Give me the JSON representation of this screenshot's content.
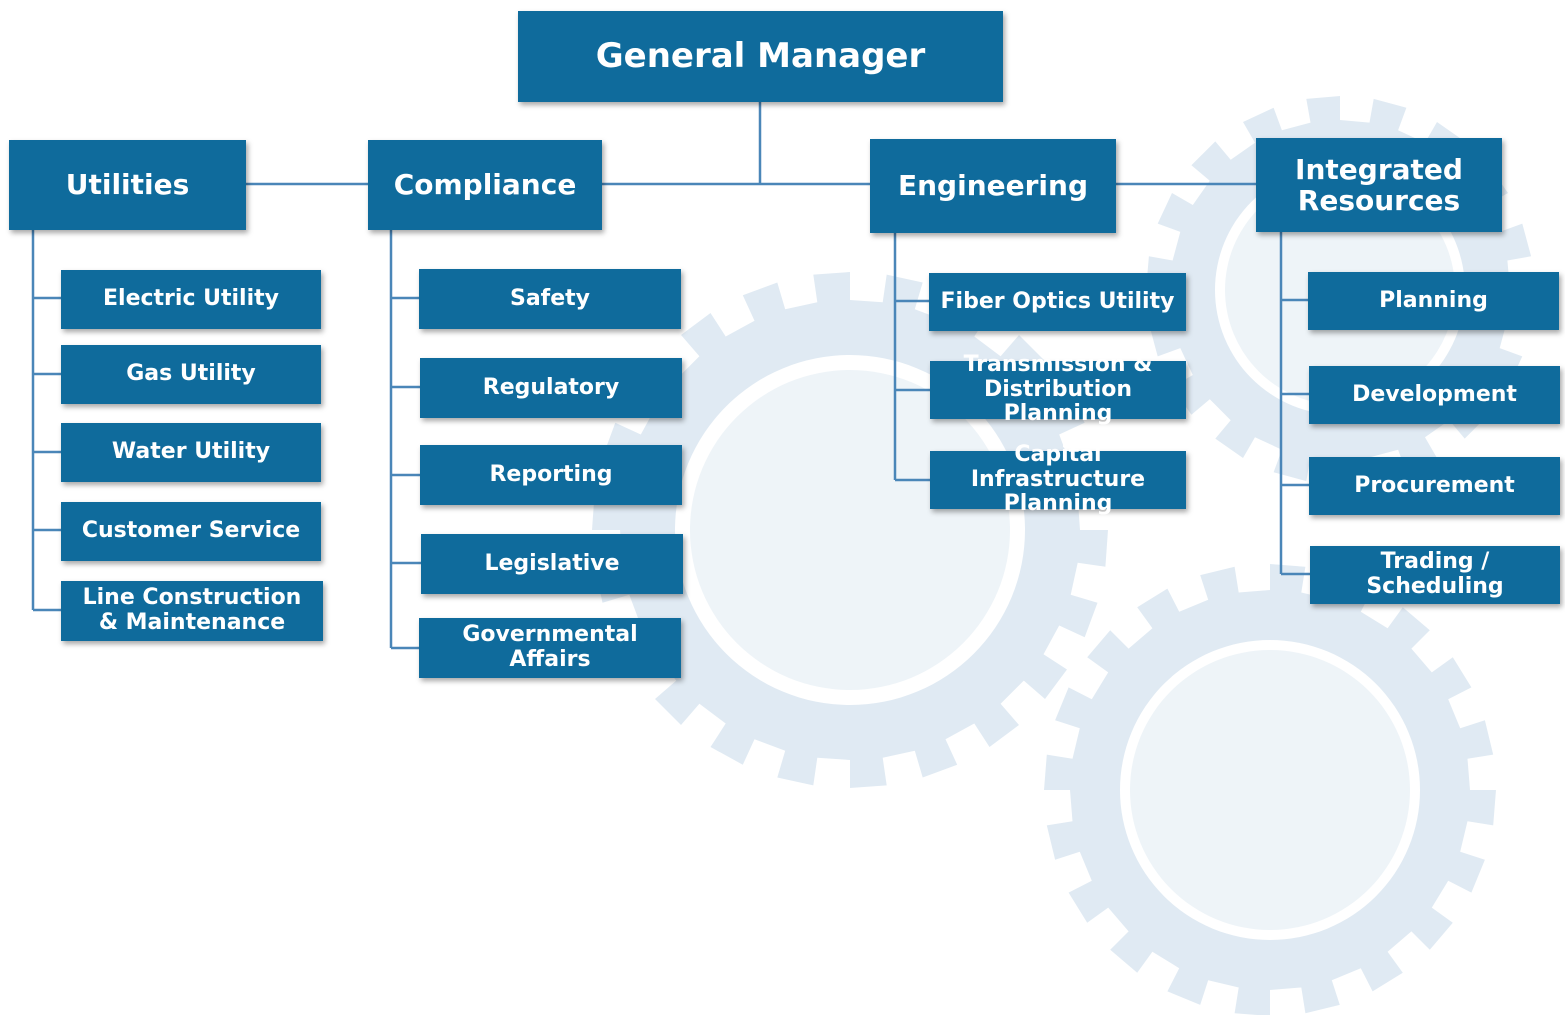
{
  "chart": {
    "root": "General Manager",
    "departments": [
      {
        "name": "Utilities",
        "children": [
          "Electric Utility",
          "Gas Utility",
          "Water Utility",
          "Customer Service",
          "Line Construction & Maintenance"
        ]
      },
      {
        "name": "Compliance",
        "children": [
          "Safety",
          "Regulatory",
          "Reporting",
          "Legislative",
          "Governmental Affairs"
        ]
      },
      {
        "name": "Engineering",
        "children": [
          "Fiber Optics Utility",
          "Transmission & Distribution Planning",
          "Capital Infrastructure Planning"
        ]
      },
      {
        "name": "Integrated Resources",
        "children": [
          "Planning",
          "Development",
          "Procurement",
          "Trading / Scheduling"
        ]
      }
    ]
  },
  "colors": {
    "box_fill": "#0f6b9c",
    "box_text": "#ffffff",
    "connector": "#4a86b8",
    "watermark": "#dbe7f1"
  },
  "watermark_icons": [
    "gear-water-tower-icon",
    "gear-city-icon",
    "gear-family-icon"
  ]
}
